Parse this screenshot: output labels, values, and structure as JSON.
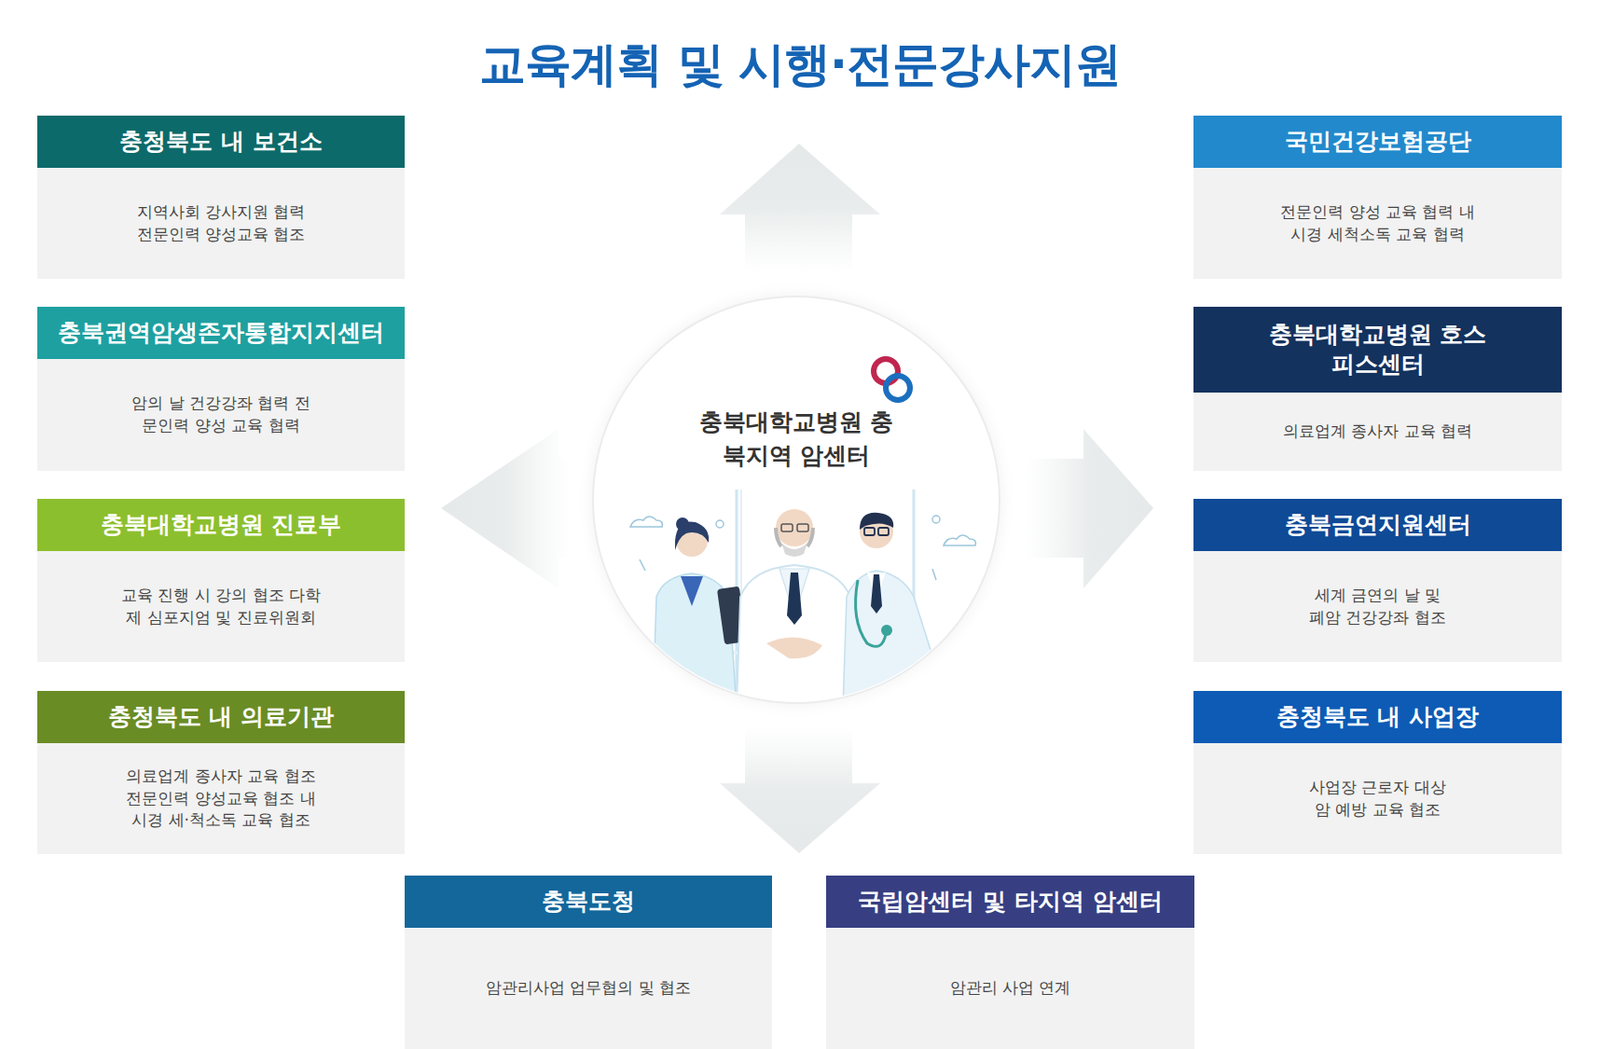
{
  "diagram": {
    "title": "교육계획 및 시행·전문강사지원",
    "nodes": [
      {
        "text": [
          "충청북도 내 보건소",
          "지역사회 강사지원 협력 전문인력 양성교육 협조"
        ]
      },
      {
        "text": [
          "국민건강보험공단",
          "전문인력 양성 교육 협력 내시경 세척소독 교육 협력"
        ]
      },
      {
        "text": [
          "충북권역암생존자통합지지센터",
          "암의 날 건강강좌 협력 전문인력 양성 교육 협력"
        ]
      },
      {
        "text": [
          "충북대학교병원 호스피스센터",
          "의료업계 종사자 교육 협력"
        ]
      },
      {
        "text": [
          "충북대학교병원 충북지역 암센터"
        ]
      },
      {
        "text": [
          "충북대학교병원 진료부",
          "교육 진행 시 강의 협조 다학제 심포지엄 및 진료위원회"
        ]
      },
      {
        "text": [
          "충북금연지원센터",
          "세계 금연의 날 및 폐암 건강강좌 협조"
        ]
      },
      {
        "text": [
          "충청북도 내 의료기관",
          "의료업계 종사자 교육 협조 전문인력 양성교육 협조 내시경 세·척소독 교육 협조"
        ]
      },
      {
        "text": [
          "충청북도 내 사업장",
          "사업장 근로자 대상 암 예방 교육 협조"
        ]
      },
      {
        "text": [
          "충북도청",
          "암관리사업 업무협의 및 협조"
        ]
      },
      {
        "text": [
          "국립암센터 및 타지역 암센터",
          "암관리 사업 연계"
        ]
      }
    ]
  }
}
